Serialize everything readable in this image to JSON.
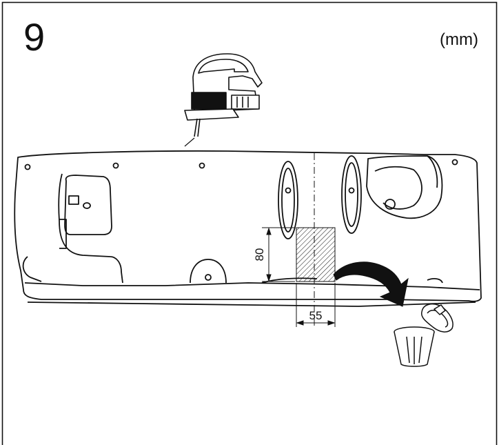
{
  "step": {
    "number": "9"
  },
  "units": {
    "label": "(mm)"
  },
  "cutout": {
    "height_label": "80",
    "width_label": "55"
  },
  "icons": {
    "tool": "jigsaw-icon",
    "arrow": "curved-arrow-icon",
    "bin": "waste-bin-icon"
  }
}
